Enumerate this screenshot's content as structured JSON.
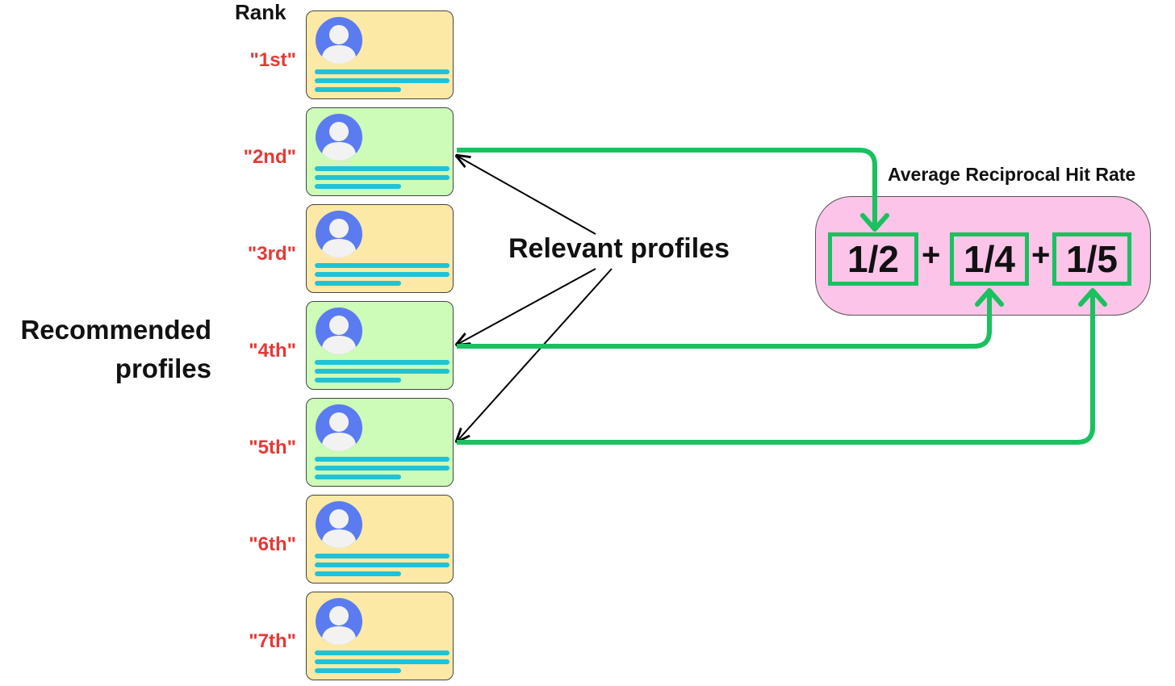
{
  "rank_header": "Rank",
  "side_label": {
    "line1": "Recommended",
    "line2": "profiles"
  },
  "relevant_label": "Relevant profiles",
  "metric_title": "Average Reciprocal Hit Rate",
  "plus_sign": "+",
  "terms": [
    "1/2",
    "1/4",
    "1/5"
  ],
  "profiles": [
    {
      "rank": "\"1st\"",
      "relevant": false
    },
    {
      "rank": "\"2nd\"",
      "relevant": true
    },
    {
      "rank": "\"3rd\"",
      "relevant": false
    },
    {
      "rank": "\"4th\"",
      "relevant": true
    },
    {
      "rank": "\"5th\"",
      "relevant": true
    },
    {
      "rank": "\"6th\"",
      "relevant": false
    },
    {
      "rank": "\"7th\"",
      "relevant": false
    }
  ],
  "colors": {
    "rank_text": "#e53935",
    "card_neutral": "#fde9a6",
    "card_relevant": "#cdfbb8",
    "avatar": "#5a7cf0",
    "text_lines": "#1fc2d6",
    "connector": "#19c15f",
    "metric_box": "#fbc4e8"
  }
}
